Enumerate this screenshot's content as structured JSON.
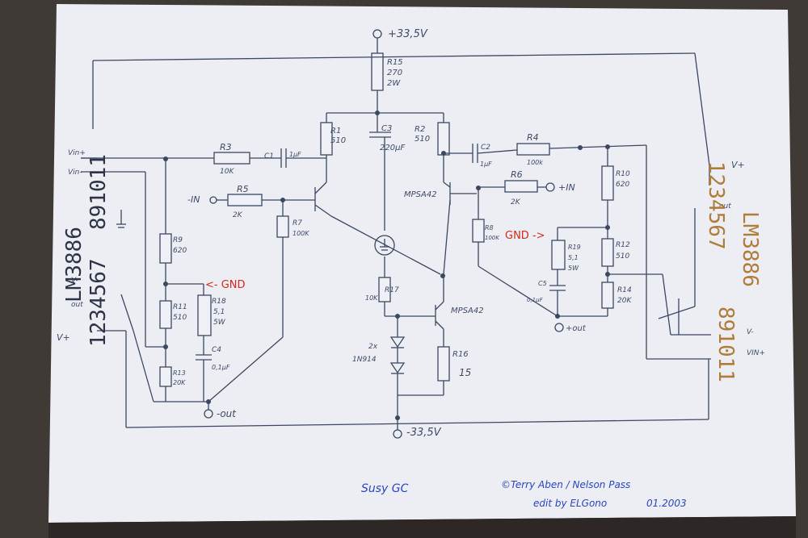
{
  "supply": {
    "pos": "+33,5V",
    "neg": "-33,5V"
  },
  "components": {
    "R1": {
      "name": "R1",
      "value": "510"
    },
    "R2": {
      "name": "R2",
      "value": "510"
    },
    "R3": {
      "name": "R3",
      "value": "10K"
    },
    "R4": {
      "name": "R4",
      "value": "100k"
    },
    "R5": {
      "name": "R5",
      "value": "2K"
    },
    "R6": {
      "name": "R6",
      "value": "2K"
    },
    "R7": {
      "name": "R7",
      "value": "100K"
    },
    "R8": {
      "name": "R8",
      "value": "100K"
    },
    "R9": {
      "name": "R9",
      "value": "620"
    },
    "R10": {
      "name": "R10",
      "value": "620"
    },
    "R11": {
      "name": "R11",
      "value": "510"
    },
    "R12": {
      "name": "R12",
      "value": "510"
    },
    "R13": {
      "name": "R13",
      "value": "20K"
    },
    "R14": {
      "name": "R14",
      "value": "20K"
    },
    "R15": {
      "name": "R15",
      "value": "270",
      "power": "2W"
    },
    "R16": {
      "name": "R16",
      "value": "15"
    },
    "R17": {
      "name": "R17",
      "value": "10K"
    },
    "R18": {
      "name": "R18",
      "value": "5,1",
      "power": "5W"
    },
    "R19": {
      "name": "R19",
      "value": "5,1",
      "power": "5W"
    },
    "C1": {
      "name": "C1",
      "value": "1µF"
    },
    "C2": {
      "name": "C2",
      "value": "1µF"
    },
    "C3": {
      "name": "C3",
      "value": "220µF"
    },
    "C4": {
      "name": "C4",
      "value": "0,1µF"
    },
    "C5": {
      "name": "C5",
      "value": "0,1µF"
    }
  },
  "transistors": {
    "q_top": "MPSA42",
    "q_bottom": "MPSA42"
  },
  "diodes": {
    "count": "2x",
    "part": "1N914"
  },
  "labels": {
    "minus_in": "-IN",
    "plus_in": "+IN",
    "minus_out": "-out",
    "plus_out": "+out",
    "gnd_left": "<- GND",
    "gnd_right": "GND ->"
  },
  "chip_left": {
    "name": "LM3886",
    "pins_top": "891011",
    "pins_bottom": "1234567",
    "label_vin_plus": "Vin+",
    "label_vin_minus": "Vin-",
    "label_v_minus": "V-",
    "label_out": "out",
    "label_v_plus": "V+"
  },
  "chip_right": {
    "name": "LM3886",
    "pins_top": "1234567",
    "pins_bottom": "891011",
    "label_v_plus": "V+",
    "label_out": "out",
    "label_v_minus": "V-",
    "label_vin_plus": "VIN+"
  },
  "footer": {
    "title": "Susy GC",
    "credit": "©Terry Aben / Nelson Pass",
    "edit": "edit by ELGono",
    "date": "01.2003"
  }
}
